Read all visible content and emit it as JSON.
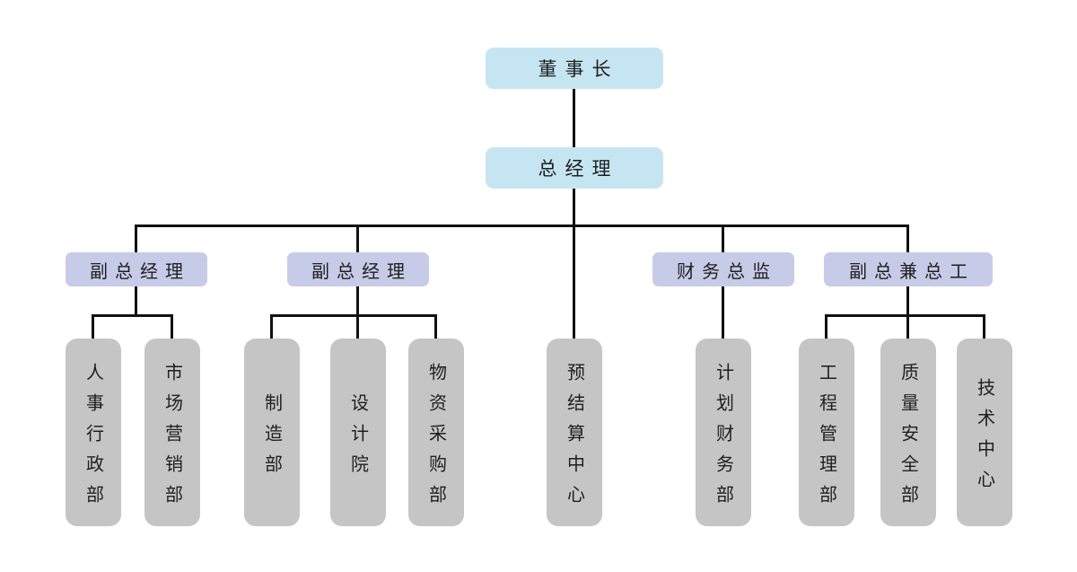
{
  "diagram": {
    "type": "organization-chart",
    "root": {
      "label": "董事长"
    },
    "general_manager": {
      "label": "总经理"
    },
    "executives": [
      {
        "label": "副总经理",
        "departments": [
          {
            "label": "人事行政部"
          },
          {
            "label": "市场营销部"
          }
        ]
      },
      {
        "label": "副总经理",
        "departments": [
          {
            "label": "制造部"
          },
          {
            "label": "设计院"
          },
          {
            "label": "物资采购部"
          }
        ]
      },
      {
        "label": "财务总监",
        "departments": [
          {
            "label": "计划财务部"
          }
        ]
      },
      {
        "label": "副总兼总工",
        "departments": [
          {
            "label": "工程管理部"
          },
          {
            "label": "质量安全部"
          },
          {
            "label": "技术中心"
          }
        ]
      }
    ],
    "gm_direct_departments": [
      {
        "label": "预结算中心"
      }
    ]
  },
  "colors": {
    "executive_box": "#c6e5f2",
    "vice_box": "#c7cbe8",
    "department_box": "#c5c5c5",
    "connector_line": "#111111",
    "text": "#1f1f1f",
    "background": "#ffffff"
  }
}
